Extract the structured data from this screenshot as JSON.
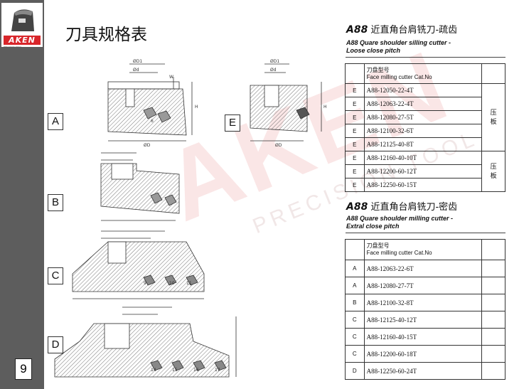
{
  "brand": {
    "logo_text": "AKEN",
    "logo_sub": "PRECISION TOOL"
  },
  "page": {
    "title": "刀具规格表",
    "number": "9"
  },
  "watermark": {
    "main": "AKEN",
    "sub": "PRECISION TOOL"
  },
  "figures": {
    "labels": [
      "A",
      "B",
      "C",
      "D",
      "E"
    ],
    "dims": {
      "d1": "ØD1",
      "d": "Ød",
      "d2": "ØD",
      "w": "W",
      "h": "H"
    },
    "insert_numbers": [
      "6",
      "9",
      "10",
      "11",
      "14",
      "15",
      "16",
      "17"
    ]
  },
  "loose_section": {
    "code": "A88",
    "cn_title": "近直角台肩铣刀-疏齿",
    "en_title_1": "A88 Quare shoulder silling cutter -",
    "en_title_2": "Loose close pitch",
    "header_cn": "刀盘型号",
    "header_en": "Face milling cutter Cat.No",
    "rows": [
      {
        "type": "E",
        "model": "A88-12050-22-4T"
      },
      {
        "type": "E",
        "model": "A88-12063-22-4T"
      },
      {
        "type": "E",
        "model": "A88-12080-27-5T"
      },
      {
        "type": "E",
        "model": "A88-12100-32-6T"
      },
      {
        "type": "E",
        "model": "A88-12125-40-8T"
      },
      {
        "type": "E",
        "model": "A88-12160-40-10T"
      },
      {
        "type": "E",
        "model": "A88-12200-60-12T"
      },
      {
        "type": "E",
        "model": "A88-12250-60-15T"
      }
    ],
    "mark_a": [
      "压",
      "板"
    ],
    "mark_b": [
      "压",
      "板"
    ]
  },
  "dense_section": {
    "code": "A88",
    "cn_title": "近直角台肩铣刀-密齿",
    "en_title_1": "A88  Quare  shoulder milling cutter -",
    "en_title_2": "Extral close pitch",
    "header_cn": "刀盘型号",
    "header_en": "Face milling cutter Cat.No",
    "rows": [
      {
        "type": "A",
        "model": "A88-12063-22-6T"
      },
      {
        "type": "A",
        "model": "A88-12080-27-7T"
      },
      {
        "type": "B",
        "model": "A88-12100-32-8T"
      },
      {
        "type": "C",
        "model": "A88-12125-40-12T"
      },
      {
        "type": "C",
        "model": "A88-12160-40-15T"
      },
      {
        "type": "C",
        "model": "A88-12200-60-18T"
      },
      {
        "type": "D",
        "model": "A88-12250-60-24T"
      }
    ]
  }
}
